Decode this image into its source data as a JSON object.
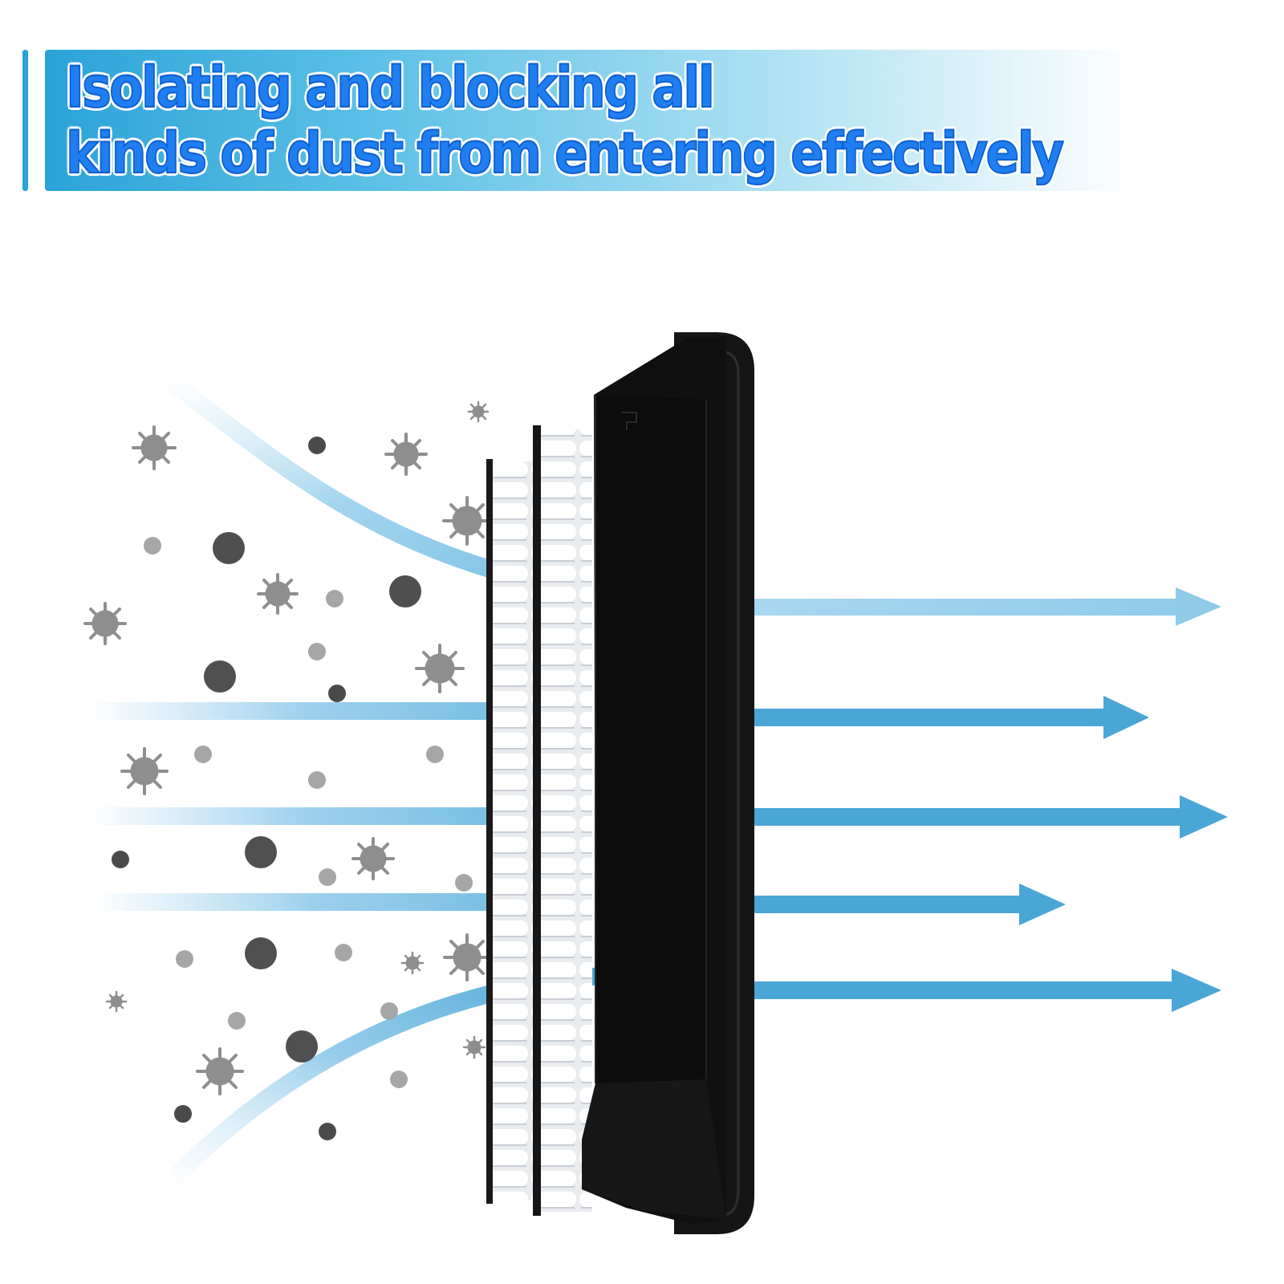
{
  "banner": {
    "line1": "Isolating and blocking all",
    "line2": "kinds of dust from entering effectively",
    "accent_color": "#2aa3d8",
    "text_color": "#1f7ff0"
  },
  "illustration": {
    "product": "air-filter",
    "particle_icon": "virus-icon",
    "dust_icon": "dust-dot-icon",
    "flow_icon": "arrow-right-icon",
    "flow_color": "#4aa6d6",
    "particle_color": "#8e8e8e"
  }
}
